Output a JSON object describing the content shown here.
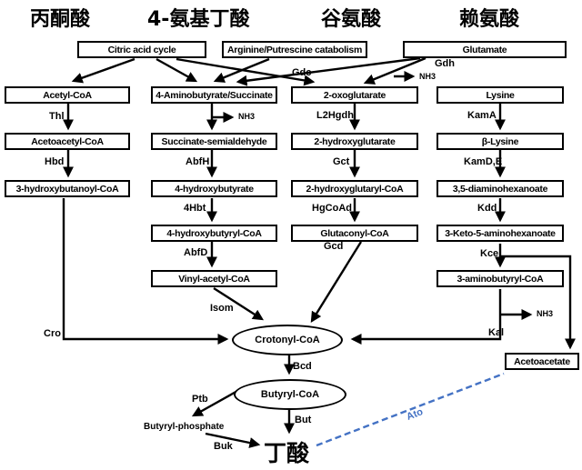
{
  "headers": {
    "pyruvate": "丙酮酸",
    "gaba": "4-氨基丁酸",
    "glutamate": "谷氨酸",
    "lysine": "赖氨酸"
  },
  "sources": {
    "citric_acid_cycle": "Citric acid cycle",
    "arg_putrescine": "Arginine/Putrescine catabolism",
    "glutamate": "Glutamate"
  },
  "pyruvate_pathway": {
    "acetyl_coa": "Acetyl-CoA",
    "thl": "Thl",
    "acetoacetyl_coa": "Acetoacetyl-CoA",
    "hbd": "Hbd",
    "hydroxybutanoyl_coa": "3-hydroxybutanoyl-CoA",
    "cro": "Cro"
  },
  "gaba_pathway": {
    "aminobutyrate_succinate": "4-Aminobutyrate/Succinate",
    "nh3": "NH3",
    "succinate_semialdehyde": "Succinate-semialdehyde",
    "abfh": "AbfH",
    "hydroxybutyrate": "4-hydroxybutyrate",
    "hbt4": "4Hbt",
    "hydroxybutyryl_coa": "4-hydroxybutyryl-CoA",
    "abfd": "AbfD",
    "vinyl_acetyl_coa": "Vinyl-acetyl-CoA",
    "isom": "Isom"
  },
  "glutamate_pathway": {
    "gdc": "Gdc",
    "gdh": "Gdh",
    "nh3": "NH3",
    "oxoglutarate": "2-oxoglutarate",
    "l2hgdh": "L2Hgdh",
    "hydroxyglutarate": "2-hydroxyglutarate",
    "gct": "Gct",
    "hydroxyglutaryl_coa": "2-hydroxyglutaryl-CoA",
    "hgcoad": "HgCoAd",
    "glutaconyl_coa": "Glutaconyl-CoA",
    "gcd": "Gcd"
  },
  "lysine_pathway": {
    "lysine": "Lysine",
    "kama": "KamA",
    "beta_lysine": "β-Lysine",
    "kamde": "KamD,E",
    "diaminohexanoate": "3,5-diaminohexanoate",
    "kdd": "Kdd",
    "keto_aminohexanoate": "3-Keto-5-aminohexanoate",
    "kce": "Kce",
    "aminobutyryl_coa": "3-aminobutyryl-CoA",
    "nh3": "NH3",
    "kal": "Kal",
    "acetoacetate": "Acetoacetate",
    "ato": "Ato"
  },
  "core": {
    "crotonyl_coa": "Crotonyl-CoA",
    "bcd": "Bcd",
    "butyryl_coa": "Butyryl-CoA",
    "but": "But",
    "ptb": "Ptb",
    "butyryl_phosphate": "Butyryl-phosphate",
    "buk": "Buk",
    "butyrate": "丁酸"
  },
  "colors": {
    "line": "#000000",
    "ato_line": "#4472c4"
  }
}
